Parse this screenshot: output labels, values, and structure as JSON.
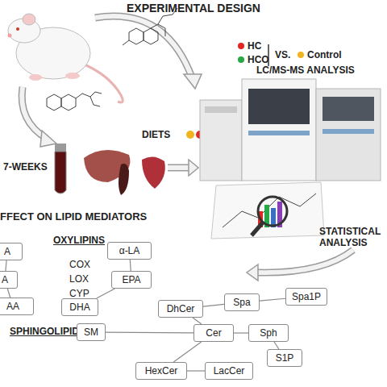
{
  "diagram": {
    "title": "EXPERIMENTAL DESIGN",
    "nodes": [
      {
        "text": [
          "A"
        ]
      },
      {
        "text": [
          "α-LA"
        ]
      },
      {
        "text": [
          "A"
        ]
      },
      {
        "text": [
          "EPA"
        ]
      },
      {
        "text": [
          "AA"
        ]
      },
      {
        "text": [
          "DHA"
        ]
      },
      {
        "text": [
          "Spa1P"
        ]
      },
      {
        "text": [
          "Spa"
        ]
      },
      {
        "text": [
          "DhCer"
        ]
      },
      {
        "text": [
          "SM"
        ]
      },
      {
        "text": [
          "Cer"
        ]
      },
      {
        "text": [
          "Sph"
        ]
      },
      {
        "text": [
          "S1P"
        ]
      },
      {
        "text": [
          "HexCer"
        ]
      },
      {
        "text": [
          "LacCer"
        ]
      }
    ],
    "edges": [
      {
        "from": 0,
        "to": 2,
        "arrow": "none"
      },
      {
        "from": 2,
        "to": 4,
        "arrow": "none"
      },
      {
        "from": 1,
        "to": 3,
        "arrow": "none"
      },
      {
        "from": 3,
        "to": 5,
        "arrow": "none"
      },
      {
        "from": 9,
        "to": 10,
        "arrow": "none"
      },
      {
        "from": 8,
        "to": 10,
        "arrow": "none"
      },
      {
        "from": 8,
        "to": 7,
        "arrow": "none"
      },
      {
        "from": 7,
        "to": 6,
        "arrow": "none"
      },
      {
        "from": 10,
        "to": 11,
        "arrow": "none"
      },
      {
        "from": 11,
        "to": 12,
        "arrow": "none"
      },
      {
        "from": 10,
        "to": 13,
        "arrow": "none"
      },
      {
        "from": 13,
        "to": 14,
        "arrow": "none"
      }
    ],
    "labels": [
      "VS.",
      "DIETS",
      "7-WEEKS",
      "LC/MS-MS ANALYSIS",
      "STATISTICAL ANALYSIS",
      "FFECT ON LIPID MEDIATORS",
      "OXYLIPINS",
      "COX",
      "LOX",
      "CYP",
      "SPHINGOLIPIDS"
    ],
    "legend": [
      {
        "text": "HC",
        "color": "#e3261f"
      },
      {
        "text": "HCO",
        "color": "#27a847"
      },
      {
        "text": "Control",
        "color": "#f2b41c"
      }
    ]
  }
}
